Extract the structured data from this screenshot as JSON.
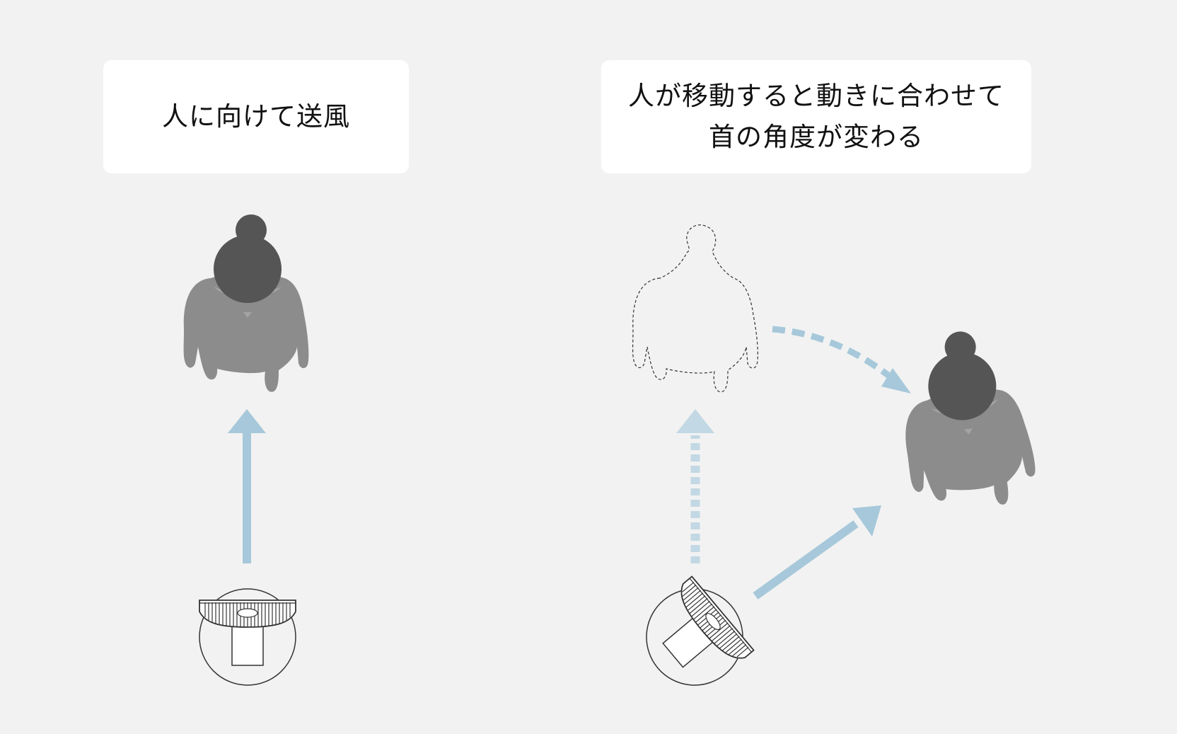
{
  "captions": {
    "left": "人に向けて送風",
    "right_line1": "人が移動すると動きに合わせて",
    "right_line2": "首の角度が変わる"
  },
  "colors": {
    "background": "#f2f2f2",
    "caption_box": "#ffffff",
    "airflow_arrow": "#a6c8da",
    "airflow_arrow_faded": "#c2d8e4",
    "person_head": "#555555",
    "person_body": "#8c8c8c",
    "outline": "#333333"
  },
  "icons": {
    "person": "person-top-view-icon",
    "ghost_person": "person-outline-dashed-icon",
    "fan": "circulator-fan-top-view-icon",
    "airflow": "airflow-arrow-icon",
    "movement": "curved-dashed-arrow-icon"
  }
}
